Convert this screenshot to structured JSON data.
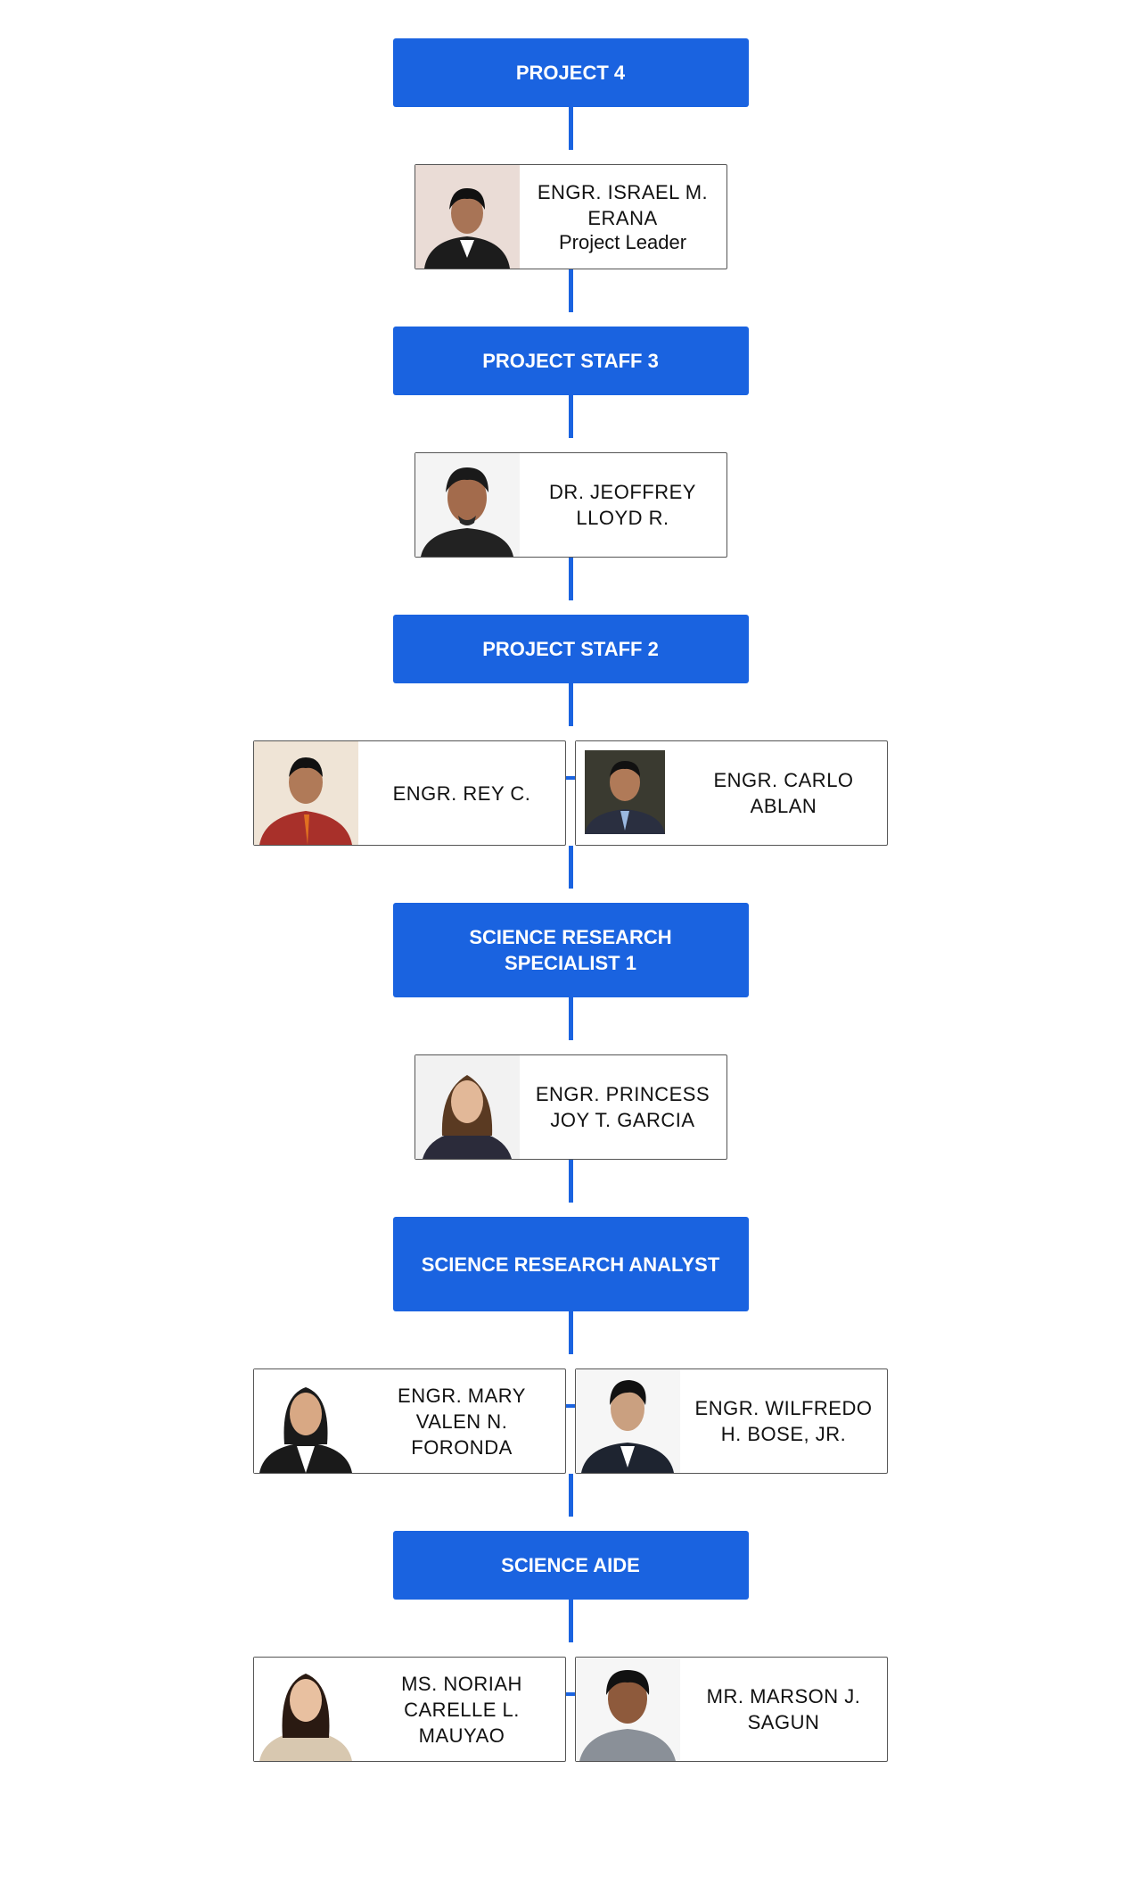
{
  "colors": {
    "accent": "#1a63e0",
    "card_border": "#555555"
  },
  "sections": [
    {
      "role": "PROJECT 4",
      "members": [
        {
          "name": "ENGR. ISRAEL M. ERANA",
          "position": "Project Leader"
        }
      ]
    },
    {
      "role": "PROJECT STAFF 3",
      "members": [
        {
          "name": "DR. JEOFFREY LLOYD R."
        }
      ]
    },
    {
      "role": "PROJECT STAFF 2",
      "members": [
        {
          "name": "ENGR. REY C."
        },
        {
          "name": "ENGR. CARLO ABLAN"
        }
      ]
    },
    {
      "role": "SCIENCE RESEARCH SPECIALIST 1",
      "members": [
        {
          "name": "ENGR. PRINCESS JOY T. GARCIA"
        }
      ]
    },
    {
      "role": "SCIENCE RESEARCH ANALYST",
      "members": [
        {
          "name": "ENGR. MARY VALEN N. FORONDA"
        },
        {
          "name": "ENGR. WILFREDO H. BOSE, JR."
        }
      ]
    },
    {
      "role": "SCIENCE AIDE",
      "members": [
        {
          "name": "MS. NORIAH CARELLE L. MAUYAO"
        },
        {
          "name": "MR. MARSON J. SAGUN"
        }
      ]
    }
  ]
}
